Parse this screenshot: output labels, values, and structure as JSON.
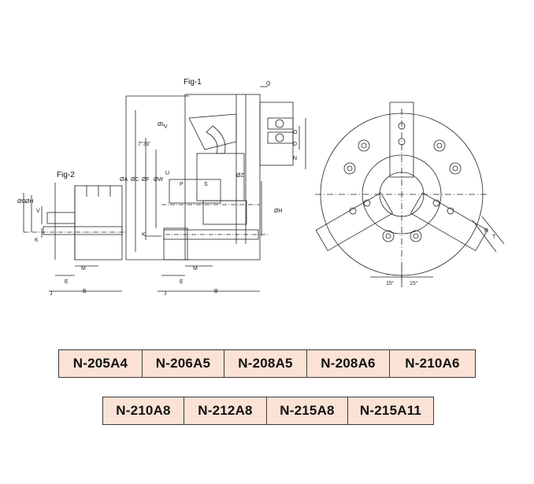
{
  "figure_labels": {
    "fig1": "Fig-1",
    "fig2": "Fig-2"
  },
  "dims": {
    "Q": "Q",
    "V": "V",
    "L": "ØL",
    "angle": "7°30'",
    "O": "O",
    "D": "D",
    "N": "N",
    "A": "ØA",
    "C": "ØC",
    "F": "ØF",
    "W": "ØW",
    "U": "U",
    "P": "P",
    "S": "S",
    "Z": "ØZ",
    "H": "ØH",
    "K": "K",
    "M": "M",
    "E": "E",
    "J": "J",
    "B": "B",
    "G": "ØG",
    "R": "R",
    "T": "T",
    "deg1": "15°",
    "deg2": "15°"
  },
  "models_row1": [
    "N-205A4",
    "N-206A5",
    "N-208A5",
    "N-208A6",
    "N-210A6"
  ],
  "models_row2": [
    "N-210A8",
    "N-212A8",
    "N-215A8",
    "N-215A11"
  ],
  "colors": {
    "cell_bg": "#fae3d6",
    "line": "#222222"
  }
}
